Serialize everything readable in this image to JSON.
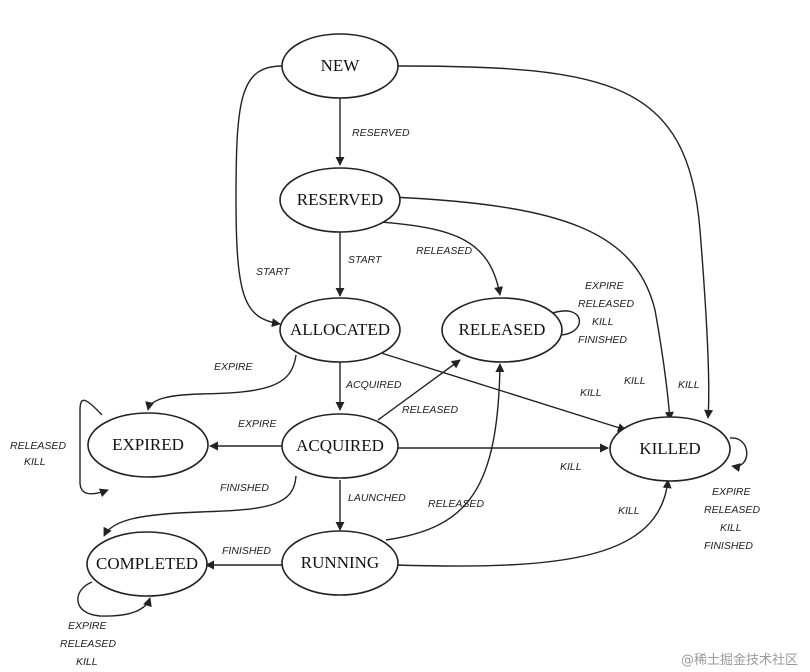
{
  "states": {
    "new": "NEW",
    "reserved": "RESERVED",
    "allocated": "ALLOCATED",
    "released": "RELEASED",
    "expired": "EXPIRED",
    "acquired": "ACQUIRED",
    "killed": "KILLED",
    "completed": "COMPLETED",
    "running": "RUNNING"
  },
  "transitions": {
    "new_reserved": "RESERVED",
    "new_allocated": "START",
    "reserved_allocated": "START",
    "reserved_released": "RELEASED",
    "released_self": [
      "EXPIRE",
      "RELEASED",
      "KILL",
      "FINISHED"
    ],
    "allocated_expired": "EXPIRE",
    "allocated_acquired": "ACQUIRED",
    "allocated_killed": "KILL",
    "reserved_killed": "KILL",
    "new_killed": "KILL",
    "acquired_released": "RELEASED",
    "acquired_expired": "EXPIRE",
    "acquired_killed": "KILL",
    "acquired_completed": "FINISHED",
    "acquired_running": "LAUNCHED",
    "running_released": "RELEASED",
    "running_killed": "KILL",
    "running_completed": "FINISHED",
    "expired_self": [
      "RELEASED",
      "KILL"
    ],
    "killed_self": [
      "EXPIRE",
      "RELEASED",
      "KILL",
      "FINISHED"
    ],
    "completed_self": [
      "EXPIRE",
      "RELEASED",
      "KILL"
    ]
  },
  "watermark": "@稀土掘金技术社区"
}
